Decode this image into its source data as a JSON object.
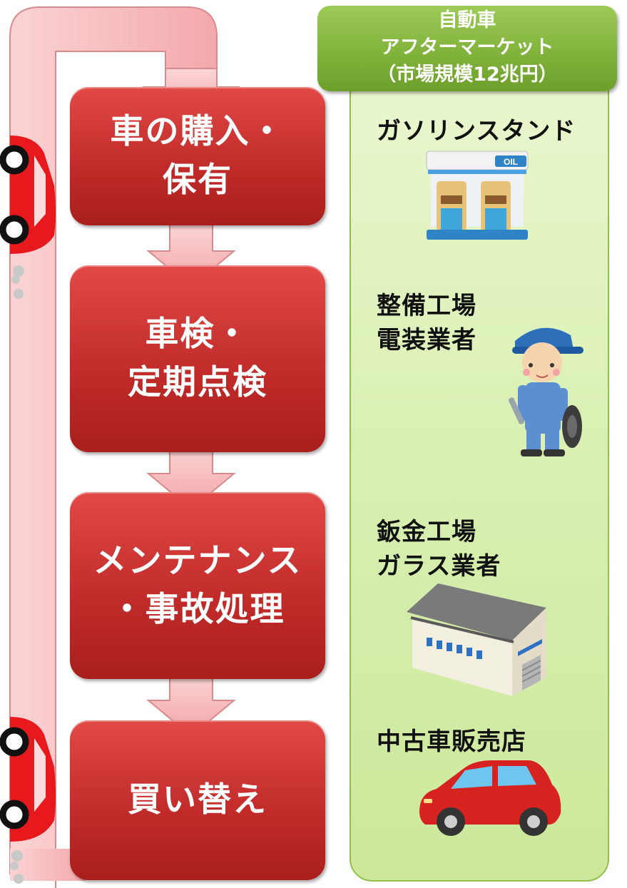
{
  "flow": {
    "steps": [
      {
        "label": "車の購入・\n保有"
      },
      {
        "label": "車検・\n定期点検"
      },
      {
        "label": "メンテナンス\n・事故処理"
      },
      {
        "label": "買い替え"
      }
    ]
  },
  "market": {
    "header_line1": "自動車",
    "header_line2": "アフターマーケット",
    "header_line3": "（市場規模12兆円）",
    "items": [
      {
        "label": "ガソリンスタンド",
        "icon": "gas-station-icon",
        "sign": "OIL"
      },
      {
        "label": "整備工場\n電装業者",
        "icon": "mechanic-icon"
      },
      {
        "label": "鈑金工場\nガラス業者",
        "icon": "factory-icon"
      },
      {
        "label": "中古車販売店",
        "icon": "used-car-icon"
      }
    ]
  },
  "colors": {
    "step_red": "#c22c2a",
    "loop_pink": "#f5b1b3",
    "header_green": "#7fb13a",
    "panel_green": "#d8efb0",
    "car_red": "#e8191d"
  }
}
